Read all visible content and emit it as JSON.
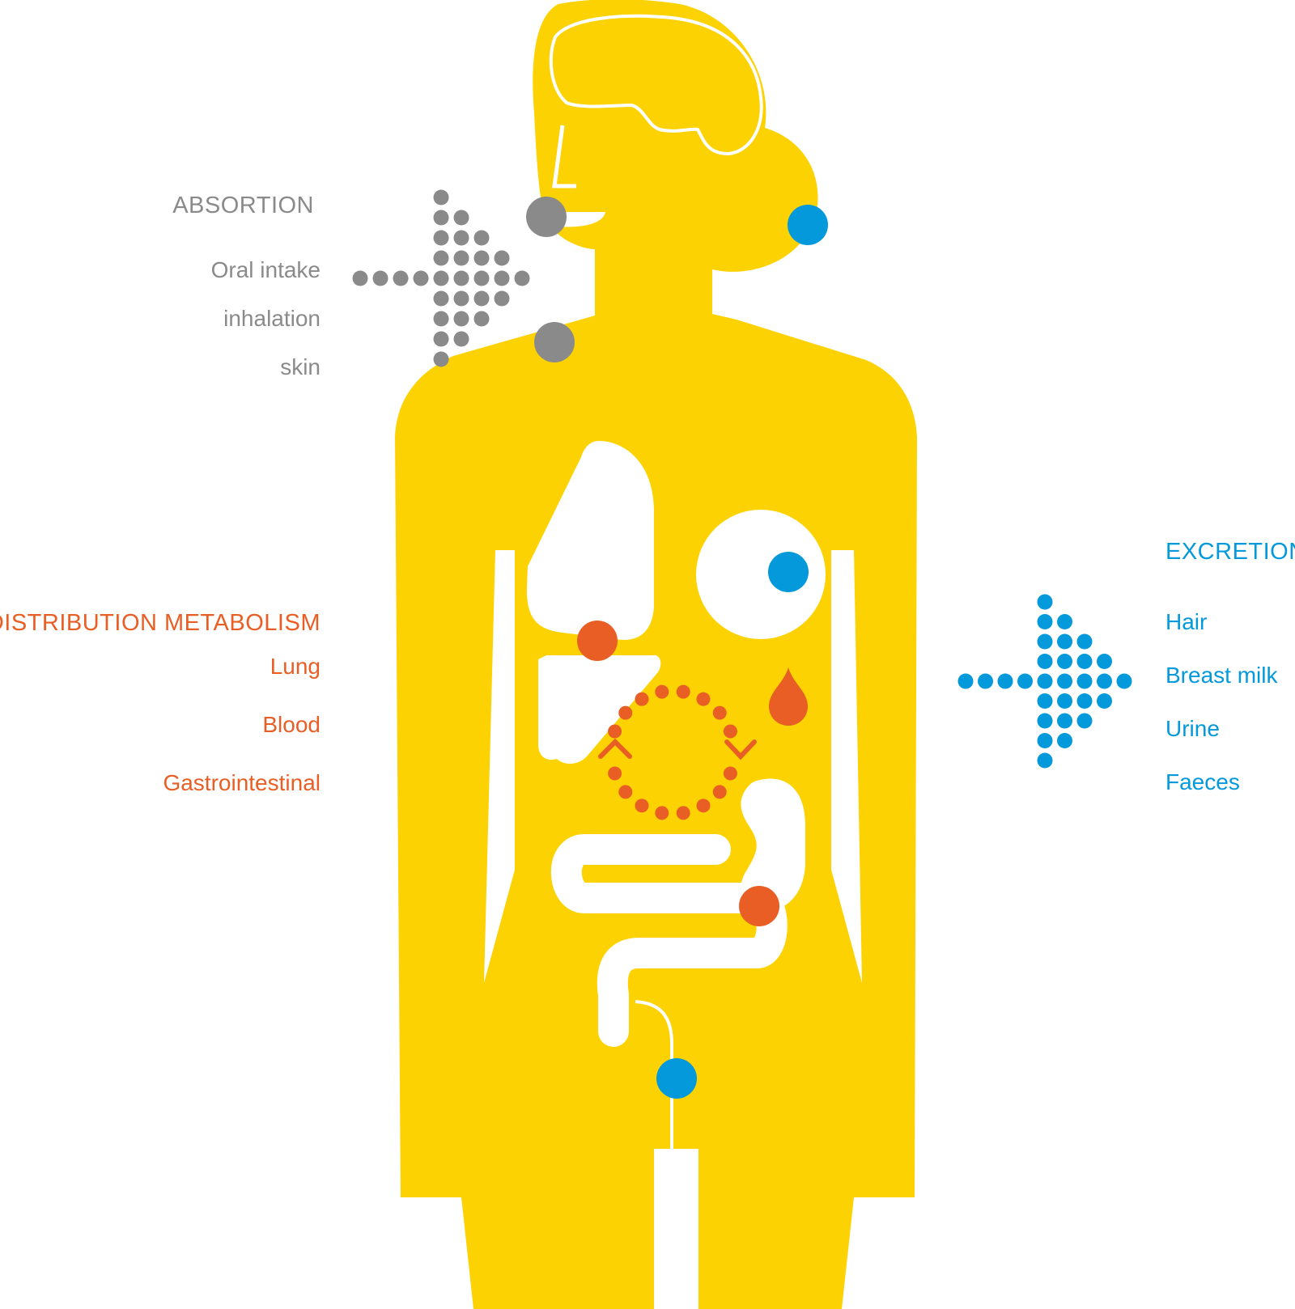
{
  "colors": {
    "body": "#FDD203",
    "absorption": "#8A8A8A",
    "distribution": "#E85E25",
    "excretion": "#0499DB",
    "organ": "#FFFFFF"
  },
  "absorption": {
    "heading": "ABSORTION",
    "items": [
      "Oral intake",
      "inhalation",
      "skin"
    ]
  },
  "distribution": {
    "heading": "DISTRIBUTION METABOLISM",
    "items": [
      "Lung",
      "Blood",
      "Gastrointestinal"
    ]
  },
  "excretion": {
    "heading": "EXCRETION",
    "items": [
      "Hair",
      "Breast milk",
      "Urine",
      "Faeces"
    ]
  },
  "icons": [
    "human-body-icon",
    "brain-icon",
    "lung-icon",
    "breast-icon",
    "liver-icon",
    "stomach-icon",
    "intestine-icon",
    "blood-drop-icon",
    "circulation-cycle-icon",
    "dotted-arrow-icon"
  ]
}
